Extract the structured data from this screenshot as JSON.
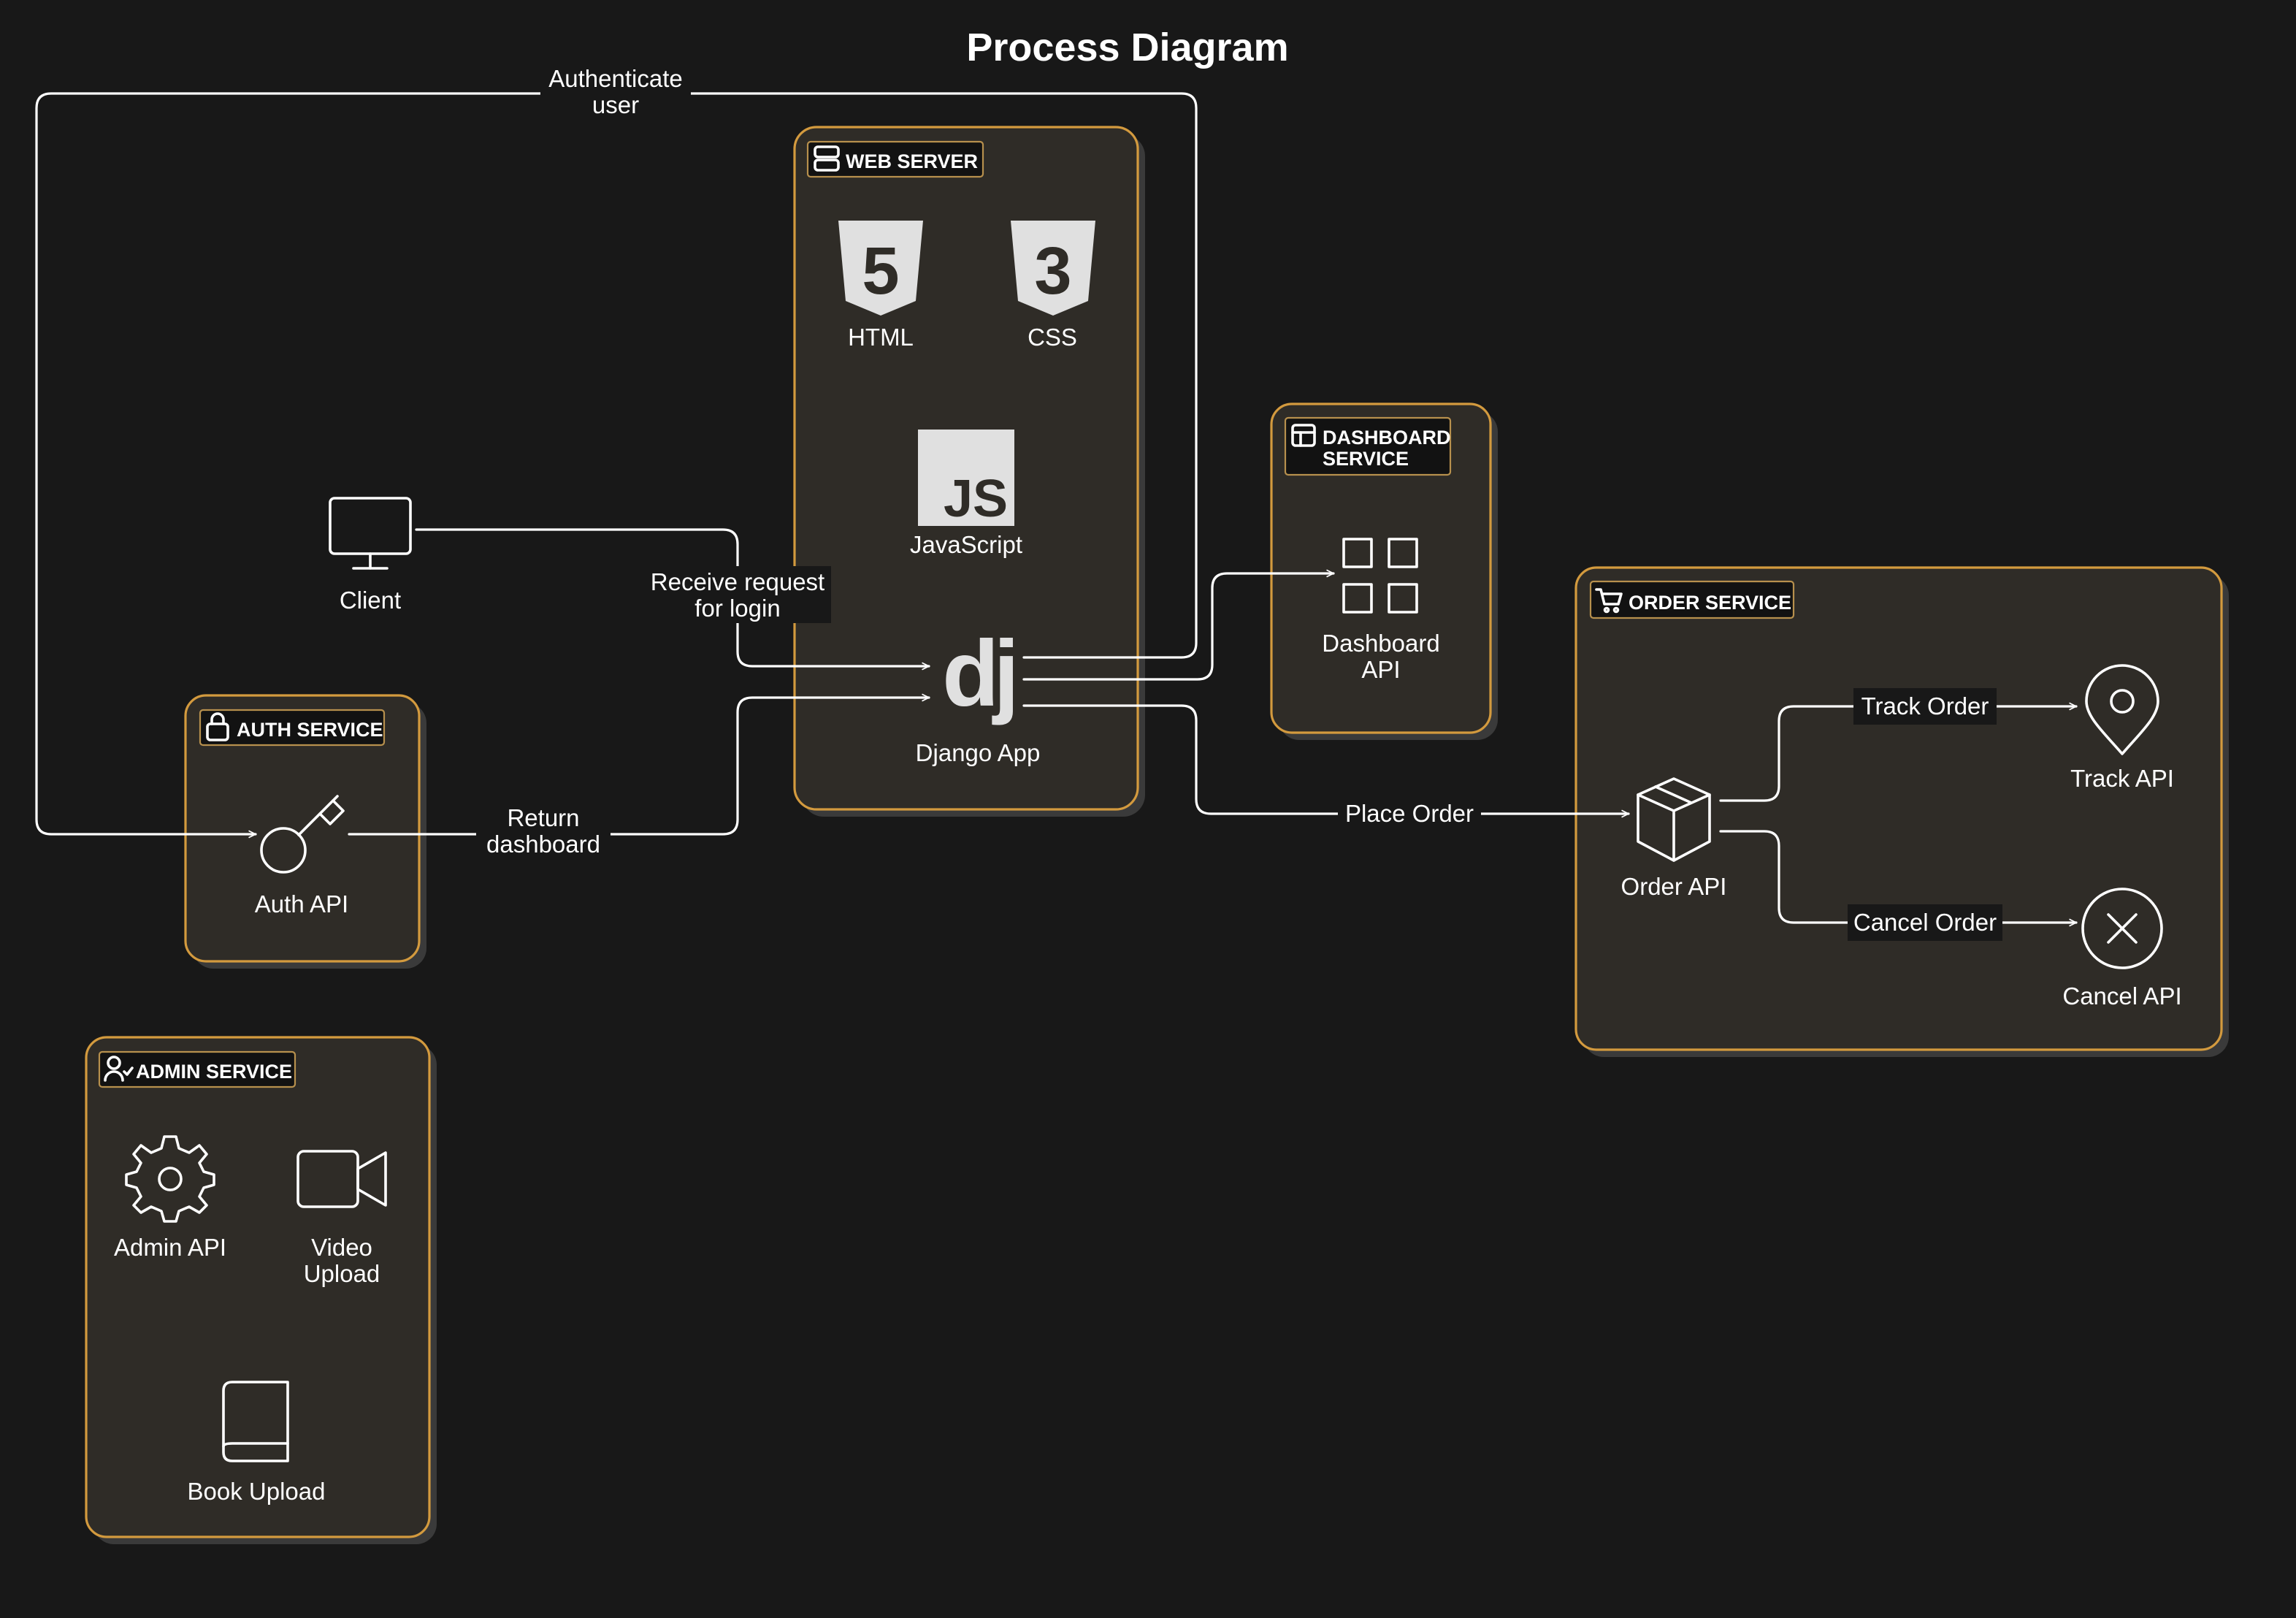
{
  "title": "Process Diagram",
  "groups": {
    "web_server": "WEB SERVER",
    "dashboard_service_1": "DASHBOARD",
    "dashboard_service_2": "SERVICE",
    "order_service": "ORDER SERVICE",
    "auth_service": "AUTH SERVICE",
    "admin_service": "ADMIN SERVICE"
  },
  "nodes": {
    "html": "HTML",
    "css": "CSS",
    "javascript": "JavaScript",
    "django": "Django App",
    "client": "Client",
    "dashboard_api_1": "Dashboard",
    "dashboard_api_2": "API",
    "auth_api": "Auth API",
    "order_api": "Order API",
    "track_api": "Track API",
    "cancel_api": "Cancel API",
    "admin_api": "Admin API",
    "video_upload_1": "Video",
    "video_upload_2": "Upload",
    "book_upload": "Book Upload"
  },
  "edges": {
    "authenticate_1": "Authenticate",
    "authenticate_2": "user",
    "receive_1": "Receive request",
    "receive_2": "for login",
    "return_1": "Return",
    "return_2": "dashboard",
    "place_order": "Place Order",
    "track_order": "Track Order",
    "cancel_order": "Cancel Order"
  },
  "icon_glyphs": {
    "html": "5",
    "css": "3",
    "javascript": "JS",
    "django": "dj"
  },
  "colors": {
    "background": "#181818",
    "group_fill": "#2f2c27",
    "group_border": "#d39a3e",
    "line": "#ffffff"
  }
}
